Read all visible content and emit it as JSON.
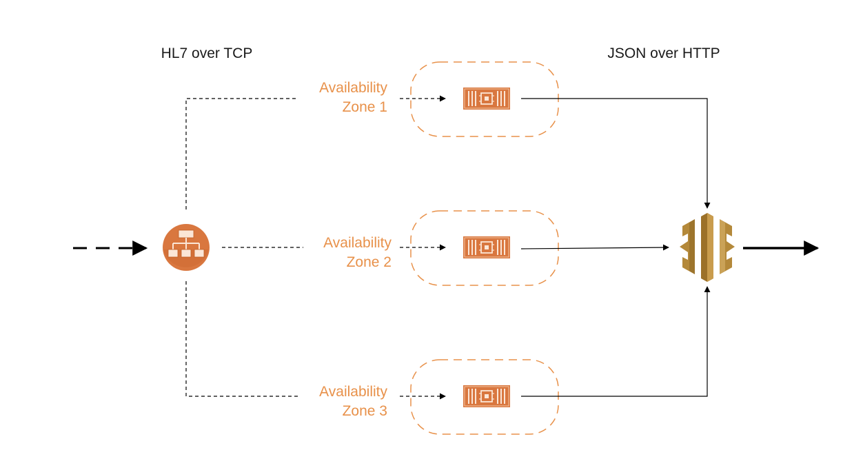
{
  "labels": {
    "left_protocol": "HL7 over TCP",
    "right_protocol": "JSON over HTTP"
  },
  "zones": [
    {
      "line1": "Availability",
      "line2": "Zone 1"
    },
    {
      "line1": "Availability",
      "line2": "Zone 2"
    },
    {
      "line1": "Availability",
      "line2": "Zone 3"
    }
  ],
  "icons": {
    "load_balancer": "load-balancer-icon",
    "instance": "ec2-instance-icon",
    "gateway": "api-gateway-icon"
  },
  "colors": {
    "orange_accent": "#e8914a",
    "orange_icon": "#d9773f",
    "gold_gateway": "#b4893a",
    "line": "#000000"
  }
}
